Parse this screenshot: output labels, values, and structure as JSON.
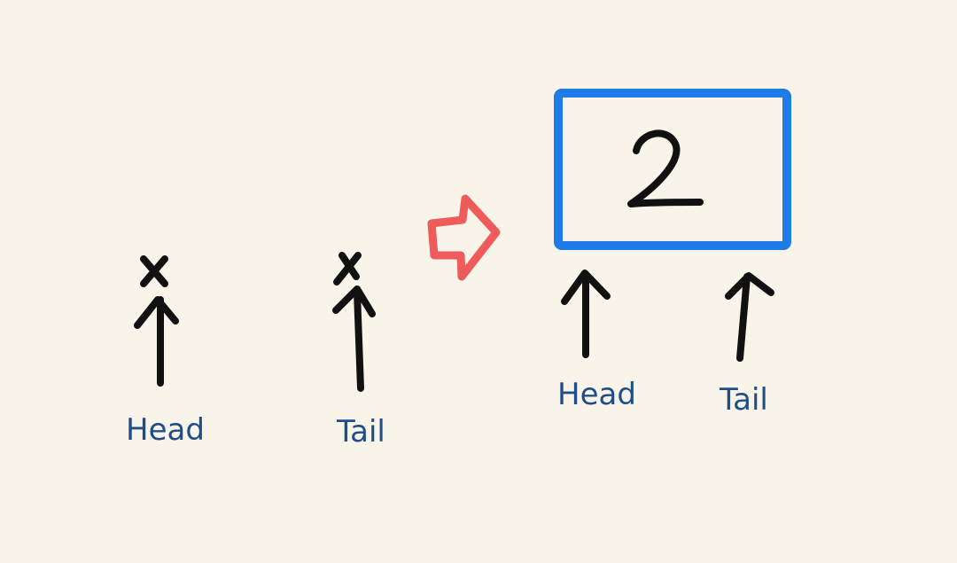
{
  "before": {
    "head_label": "Head",
    "tail_label": "Tail",
    "null_marker_icon": "x-mark-icon"
  },
  "transition": {
    "icon": "right-arrow-icon",
    "color": "#ef5a5a"
  },
  "after": {
    "node_value": "2",
    "node_border_color": "#1e7be8",
    "head_label": "Head",
    "tail_label": "Tail"
  },
  "colors": {
    "background": "#f8f4ea",
    "label_text": "#1f4e86",
    "ink": "#111111"
  }
}
